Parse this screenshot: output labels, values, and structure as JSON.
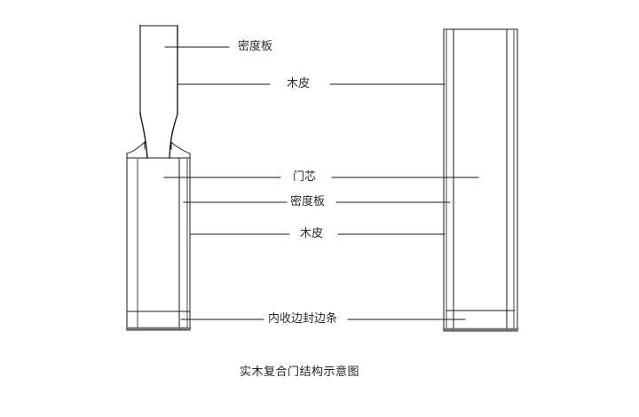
{
  "diagram": {
    "title": "实木复合门结构示意图",
    "labels": {
      "top_mdf": "密度板",
      "top_veneer": "木皮",
      "core": "门芯",
      "mid_mdf": "密度板",
      "mid_veneer": "木皮",
      "edge_strip": "内收边封边条"
    },
    "components": [
      {
        "id": "top-section",
        "description": "upper slim profile (密度板 + 木皮)"
      },
      {
        "id": "left-door-section",
        "description": "left cross-section with core, MDF, veneer and edge strip"
      },
      {
        "id": "right-door-section",
        "description": "right full-height cross-section"
      }
    ],
    "colors": {
      "line": "#1a1a1a",
      "gray_line": "#777777",
      "background": "#ffffff"
    }
  }
}
